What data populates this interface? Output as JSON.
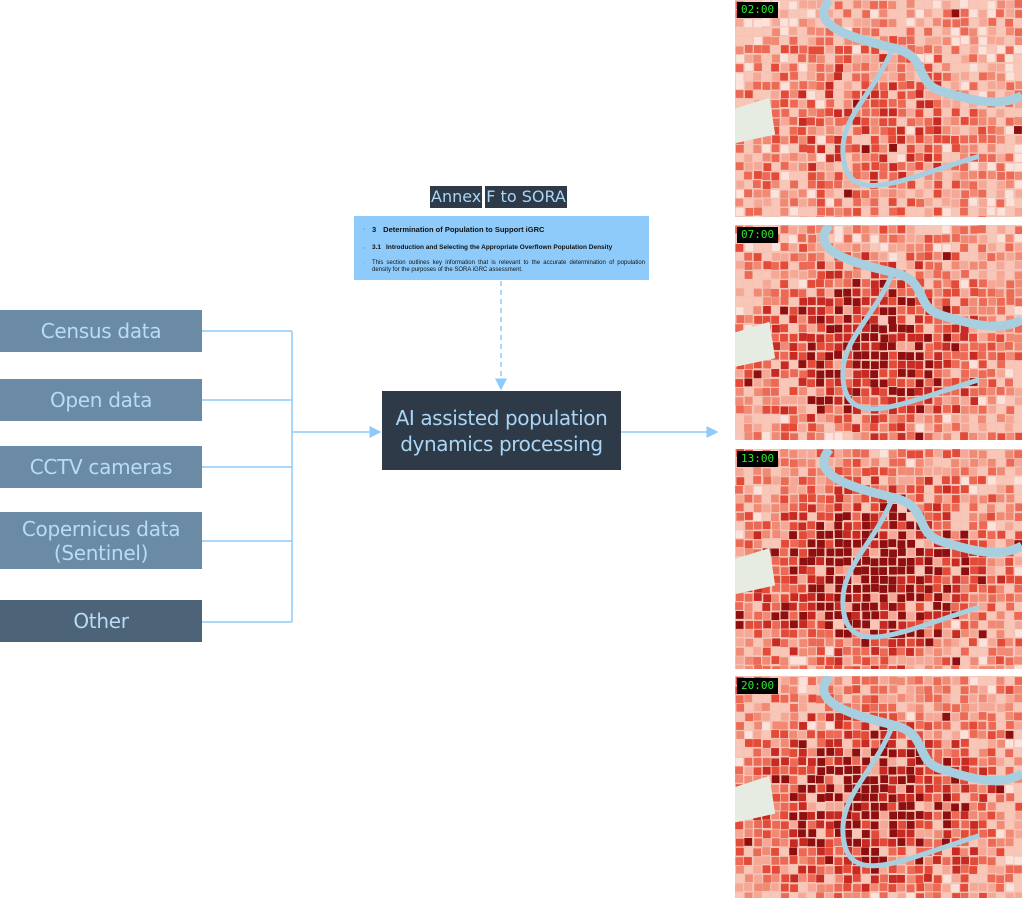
{
  "sources": [
    {
      "lines": [
        "Census data"
      ],
      "shade": "mid"
    },
    {
      "lines": [
        "Open data"
      ],
      "shade": "mid"
    },
    {
      "lines": [
        "CCTV cameras"
      ],
      "shade": "mid"
    },
    {
      "lines": [
        "Copernicus data",
        "(Sentinel)"
      ],
      "shade": "mid"
    },
    {
      "lines": [
        "Other"
      ],
      "shade": "dark"
    }
  ],
  "annex": {
    "title_words": [
      "Annex",
      "F to SORA"
    ],
    "lines": [
      {
        "num": "3",
        "text": "Determination of Population to Support iGRC"
      },
      {
        "num": "3.1",
        "text": "Introduction and Selecting the Appropriate Overflown Population Density"
      },
      {
        "text": "This section outlines key information that is relevant to the accurate determination of population density for the purposes of the SORA iGRC assessment."
      }
    ]
  },
  "process": {
    "lines": [
      "AI assisted population",
      "dynamics processing"
    ]
  },
  "maps": [
    {
      "time": "02:00",
      "intensity": 0.45
    },
    {
      "time": "07:00",
      "intensity": 0.75
    },
    {
      "time": "13:00",
      "intensity": 0.9
    },
    {
      "time": "20:00",
      "intensity": 0.8
    }
  ],
  "colors": {
    "source_mid": "#6a8aa6",
    "source_dark": "#4c6378",
    "source_text": "#b9dcf5",
    "process_bg": "#2f3a48",
    "process_text": "#a9d6f5",
    "connector": "#8ecbfa",
    "doc_bg": "#8ecbfa",
    "time_text": "#2ee82e",
    "river": "#a8cfe0"
  }
}
